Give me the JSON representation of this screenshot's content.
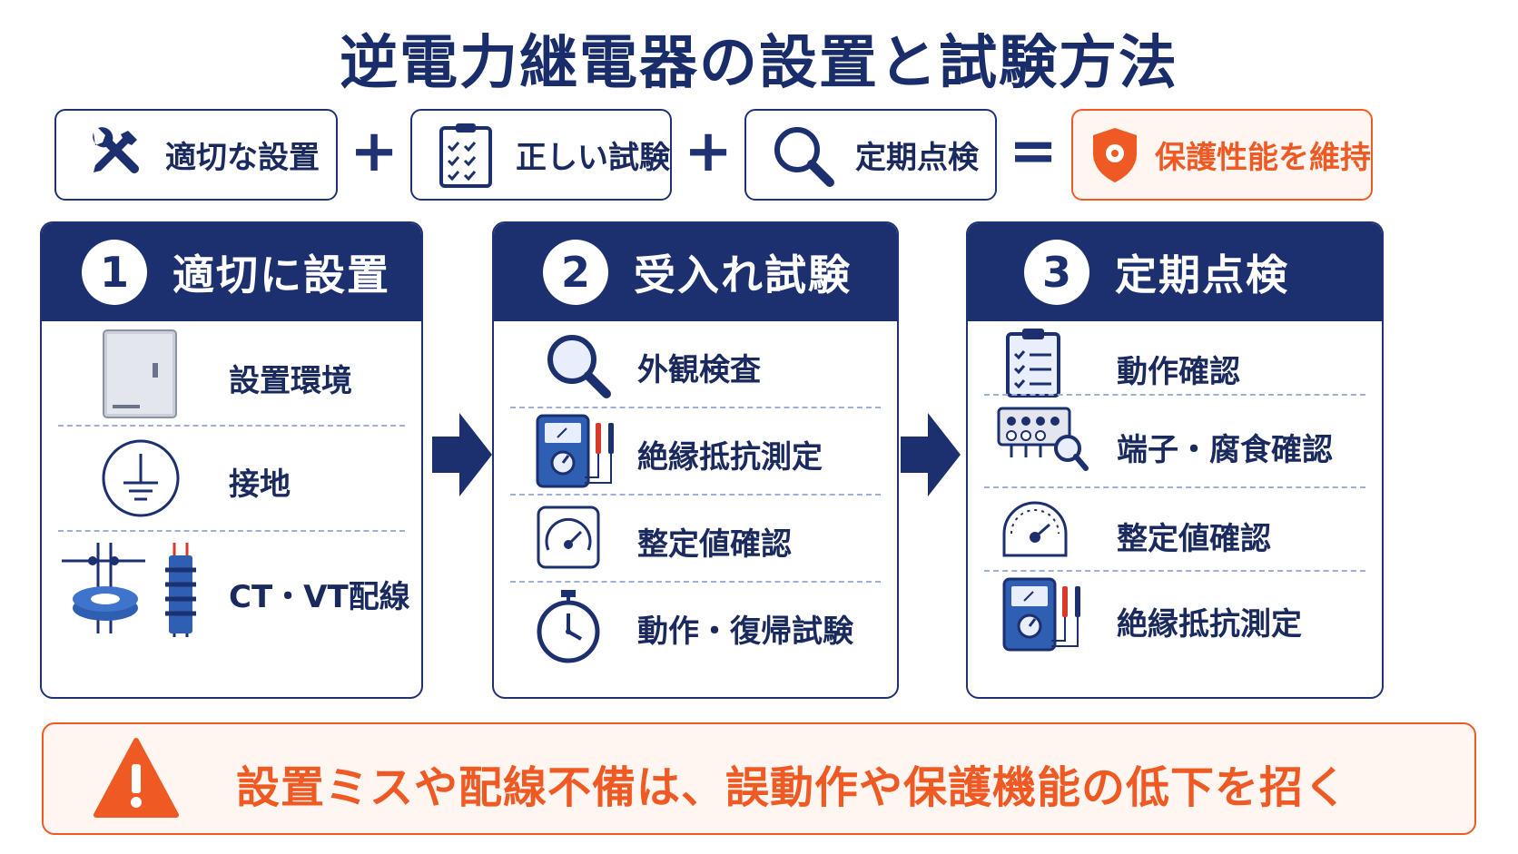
{
  "title": "逆電力継電器の設置と試験方法",
  "formula": {
    "items": [
      {
        "label": "適切な設置",
        "icon": "tools-icon"
      },
      {
        "label": "正しい試験",
        "icon": "clipboard-checklist-icon"
      },
      {
        "label": "定期点検",
        "icon": "magnifier-icon"
      }
    ],
    "plus": "+",
    "equals": "=",
    "result": {
      "label": "保護性能を維持",
      "icon": "shield-icon"
    }
  },
  "columns": [
    {
      "number": "1",
      "title": "適切に設置",
      "items": [
        {
          "label": "設置環境",
          "icon": "cabinet-icon"
        },
        {
          "label": "接地",
          "icon": "ground-symbol-icon"
        },
        {
          "label": "CT・VT配線",
          "icon": "ct-vt-icon"
        }
      ]
    },
    {
      "number": "2",
      "title": "受入れ試験",
      "items": [
        {
          "label": "外観検査",
          "icon": "magnifier-icon"
        },
        {
          "label": "絶縁抵抗測定",
          "icon": "multimeter-icon"
        },
        {
          "label": "整定値確認",
          "icon": "gauge-icon"
        },
        {
          "label": "動作・復帰試験",
          "icon": "stopwatch-icon"
        }
      ]
    },
    {
      "number": "3",
      "title": "定期点検",
      "items": [
        {
          "label": "動作確認",
          "icon": "clipboard-checklist-icon"
        },
        {
          "label": "端子・腐食確認",
          "icon": "terminal-block-icon"
        },
        {
          "label": "整定値確認",
          "icon": "gauge-icon"
        },
        {
          "label": "絶縁抵抗測定",
          "icon": "multimeter-icon"
        }
      ]
    }
  ],
  "warning": {
    "text": "設置ミスや配線不備は、誤動作や保護機能の低下を招く",
    "icon": "warning-triangle-icon"
  },
  "colors": {
    "navy": "#1c2f6e",
    "accent_orange": "#ef5a24",
    "icon_blue": "#2f5fb3"
  }
}
